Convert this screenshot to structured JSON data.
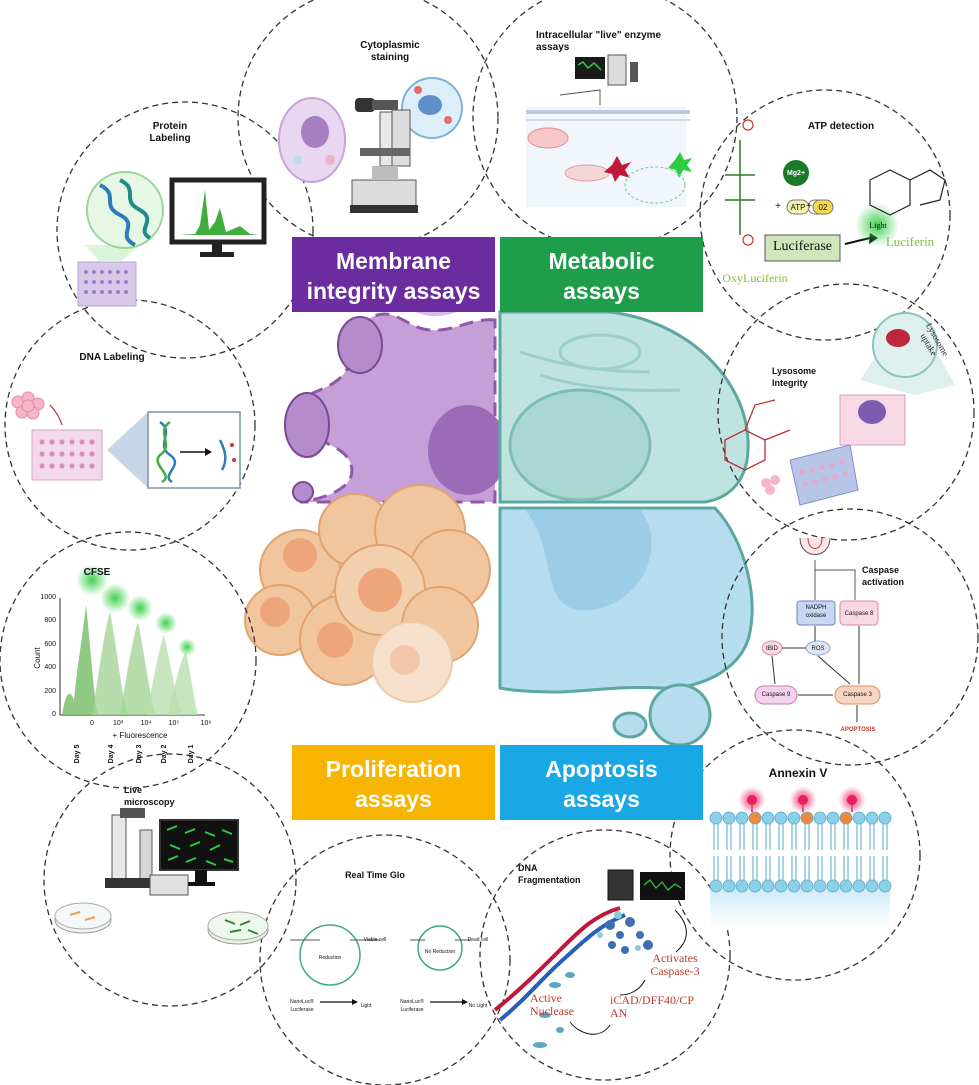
{
  "quadrants": {
    "membrane": {
      "line1": "Membrane",
      "line2": "integrity assays",
      "color": "#6a2c9e"
    },
    "metabolic": {
      "line1": "Metabolic",
      "line2": "assays",
      "color": "#1e9e4a"
    },
    "proliferation": {
      "line1": "Proliferation",
      "line2": "assays",
      "color": "#f7b500"
    },
    "apoptosis": {
      "line1": "Apoptosis",
      "line2": "assays",
      "color": "#1aa7e6"
    }
  },
  "circles": {
    "protein": {
      "title1": "Protein",
      "title2": "Labeling"
    },
    "cytoplasmic": {
      "title1": "Cytoplasmic",
      "title2": "staining"
    },
    "enzyme": {
      "title1": "Intracellular \"live\" enzyme",
      "title2": "assays"
    },
    "atp": {
      "title": "ATP detection",
      "mg": "Mg2+",
      "plus1": "+",
      "atp": "ATP",
      "plus2": "+",
      "o2": "02",
      "luciferase": "Luciferase",
      "light": "Light",
      "luciferin": "Luciferin",
      "oxyluciferin": "OxyLuciferin"
    },
    "dna_labeling": {
      "title": "DNA Labeling"
    },
    "lysosome": {
      "title1": "Lysosome",
      "title2": "Integrity",
      "uptake1": "Lysosome",
      "uptake2": "uptake"
    },
    "cfse": {
      "title": "CFSE",
      "ylabel": "Count",
      "xlabel": "+ Fluorescence",
      "yticks": [
        "1000",
        "800",
        "600",
        "400",
        "200",
        "0"
      ],
      "xticks": [
        "0",
        "10³",
        "10⁴",
        "10⁵",
        "10⁶"
      ],
      "days": [
        "Day 5",
        "Day 4",
        "Day 3",
        "Day 2",
        "Day 1"
      ]
    },
    "caspase": {
      "title1": "Caspase",
      "title2": "activation",
      "nadph1": "NADPH",
      "nadph2": "oxidase",
      "casp8": "Caspase 8",
      "tbid": "tBID",
      "ros": "ROS",
      "casp9": "Caspase 9",
      "casp3": "Caspase 3",
      "apoptosis": "APOPTOSIS"
    },
    "annexin": {
      "title": "Annexin V"
    },
    "live": {
      "title1": "Live",
      "title2": "microscopy"
    },
    "rtg": {
      "title": "Real Time Glo",
      "viable": "Viable cell",
      "dead": "Dead cell",
      "reduction": "Reduction",
      "noreduction": "No Reduction",
      "light": "Light",
      "nolight": "No Light",
      "nanoluc": "NanoLuc®",
      "luciferase": "Luciferase"
    },
    "dnafrag": {
      "title1": "DNA",
      "title2": "Fragmentation",
      "activates1": "Activates",
      "activates2": "Caspase-3",
      "icad1": "iCAD/DFF40/CP",
      "icad2": "AN",
      "nuclease1": "Active",
      "nuclease2": "Nuclease"
    }
  },
  "colors": {
    "purple_cell": "#c79fd8",
    "green_cell": "#bfe3df",
    "orange_cell": "#f1c59d",
    "blue_cell": "#b5dcef",
    "dash": "#333333",
    "cfse_green": "#7cbf6e"
  },
  "icons": [
    "microscope-icon",
    "monitor-icon",
    "well-plate-icon",
    "dna-helix-icon",
    "petri-dish-icon",
    "cell-icon"
  ]
}
